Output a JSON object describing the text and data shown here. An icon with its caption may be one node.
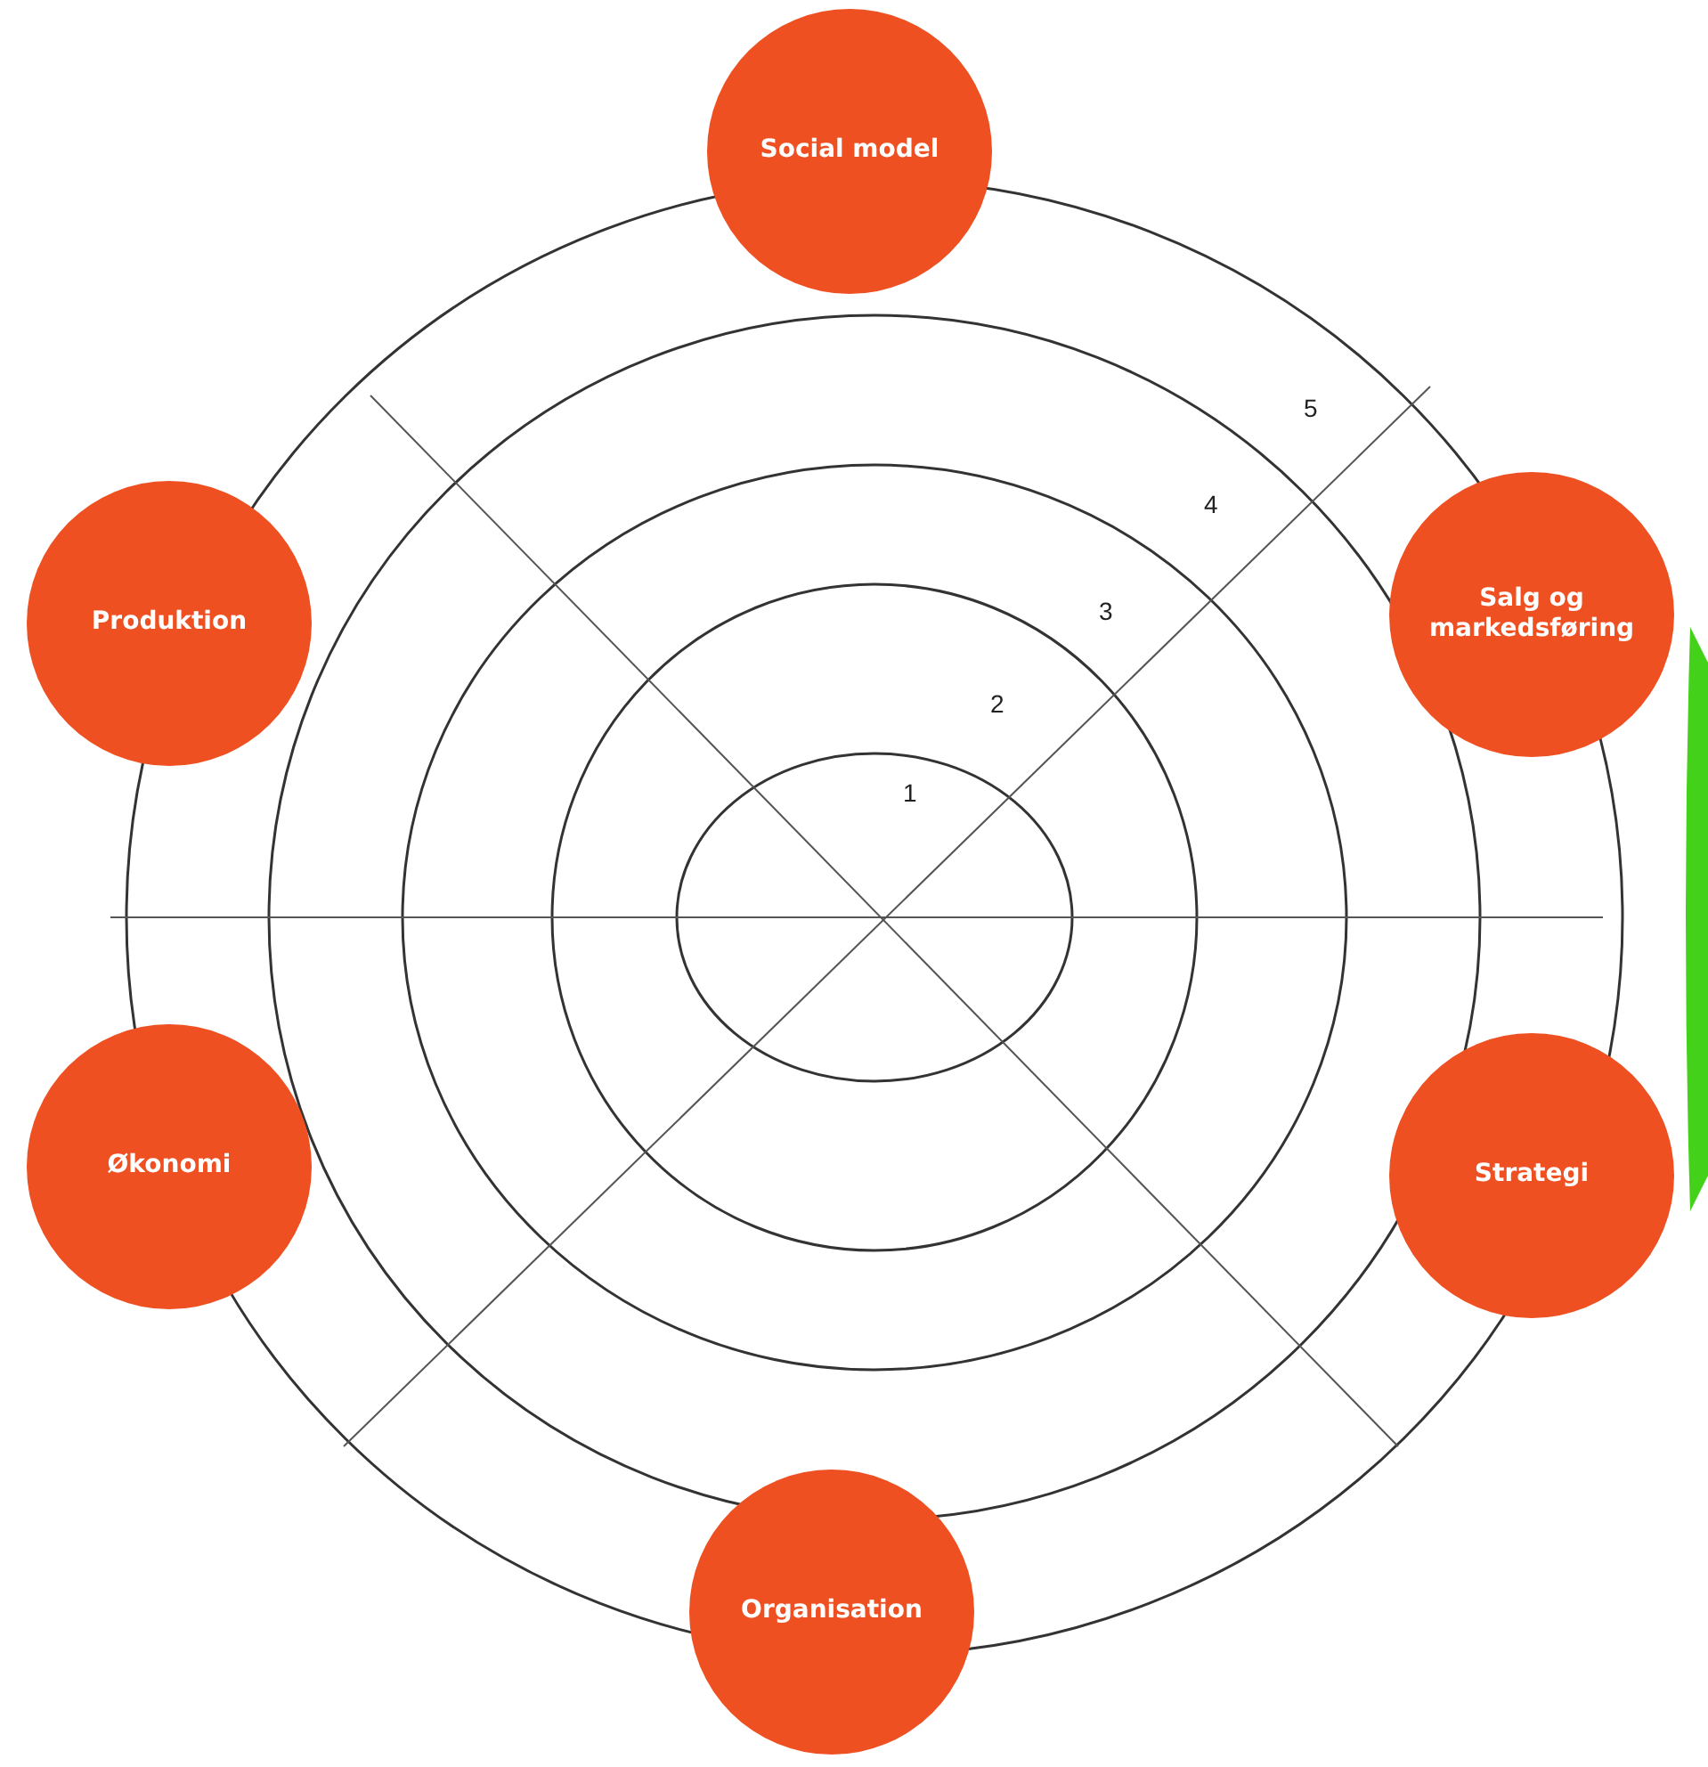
{
  "diagram": {
    "nodes": [
      {
        "text": [
          "Social model"
        ]
      },
      {
        "text": [
          "Produktion"
        ]
      },
      {
        "text": [
          "Salg og markedsføring"
        ]
      },
      {
        "text": [
          "Økonomi"
        ]
      },
      {
        "text": [
          "Strategi"
        ]
      },
      {
        "text": [
          "Organisation"
        ]
      }
    ],
    "labels": [
      "5",
      "4",
      "3",
      "2",
      "1"
    ]
  }
}
